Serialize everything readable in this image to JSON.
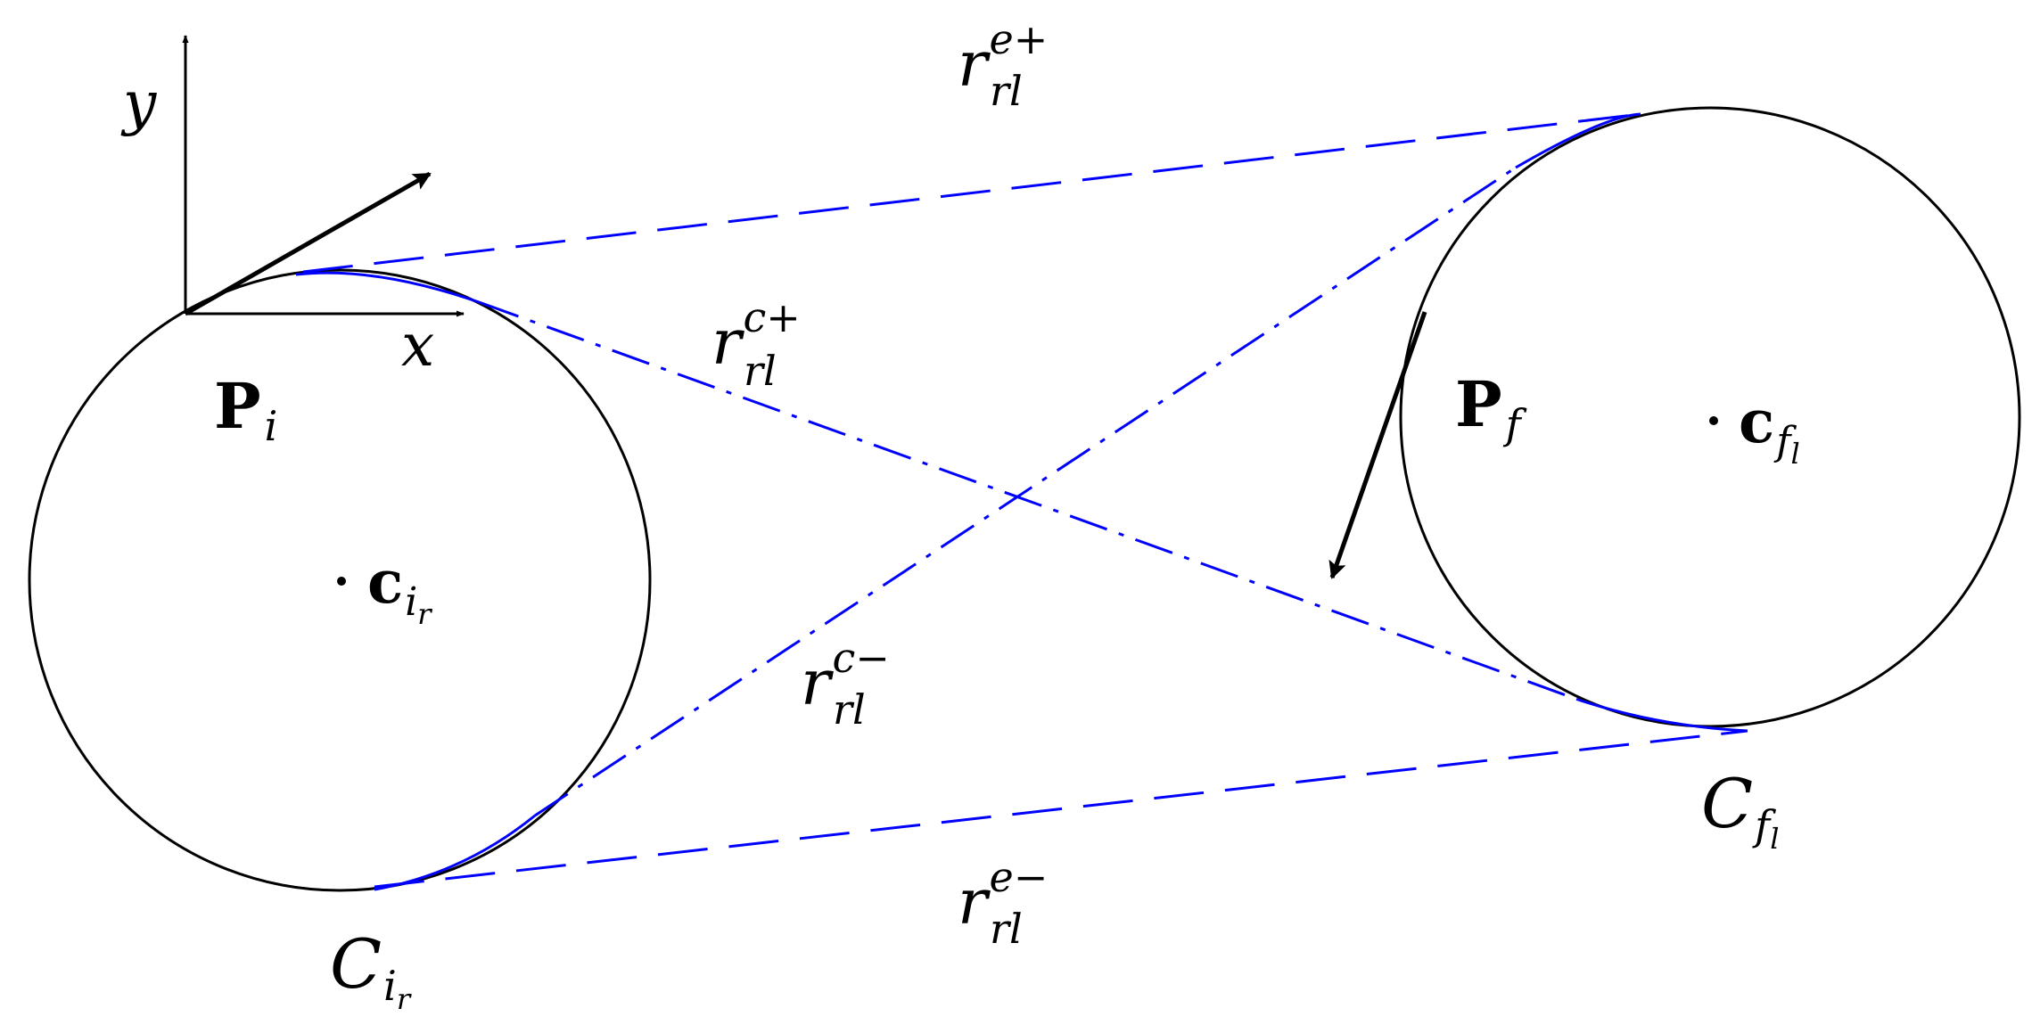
{
  "colors": {
    "ink": "#000000",
    "tangent_path": "#0000ff",
    "background": "#ffffff"
  },
  "axes": {
    "x_label": "x",
    "y_label": "y"
  },
  "points": {
    "initial": {
      "symbol": "P",
      "subscript": "i"
    },
    "final": {
      "symbol": "P",
      "subscript": "f"
    }
  },
  "centers": {
    "initial": {
      "symbol": "c",
      "subscript": "i",
      "sub_subscript": "r"
    },
    "final": {
      "symbol": "c",
      "subscript": "f",
      "sub_subscript": "l"
    }
  },
  "circles": {
    "initial": {
      "symbol": "C",
      "subscript": "i",
      "sub_subscript": "r"
    },
    "final": {
      "symbol": "C",
      "subscript": "f",
      "sub_subscript": "l"
    }
  },
  "tangents": {
    "external_plus": {
      "symbol": "r",
      "superscript": "e+",
      "subscript": "rl"
    },
    "external_minus": {
      "symbol": "r",
      "superscript": "e−",
      "subscript": "rl"
    },
    "cross_plus": {
      "symbol": "r",
      "superscript": "c+",
      "subscript": "rl"
    },
    "cross_minus": {
      "symbol": "r",
      "superscript": "c−",
      "subscript": "rl"
    }
  }
}
